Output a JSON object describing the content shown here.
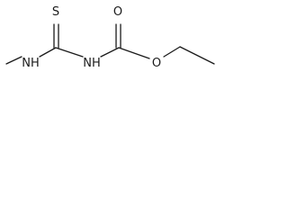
{
  "molecule": {
    "atoms": {
      "sulfur": "S",
      "oxygen_carbonyl": "O",
      "oxygen_ester": "O",
      "nitrogen_left": "NH",
      "nitrogen_center": "NH"
    }
  }
}
